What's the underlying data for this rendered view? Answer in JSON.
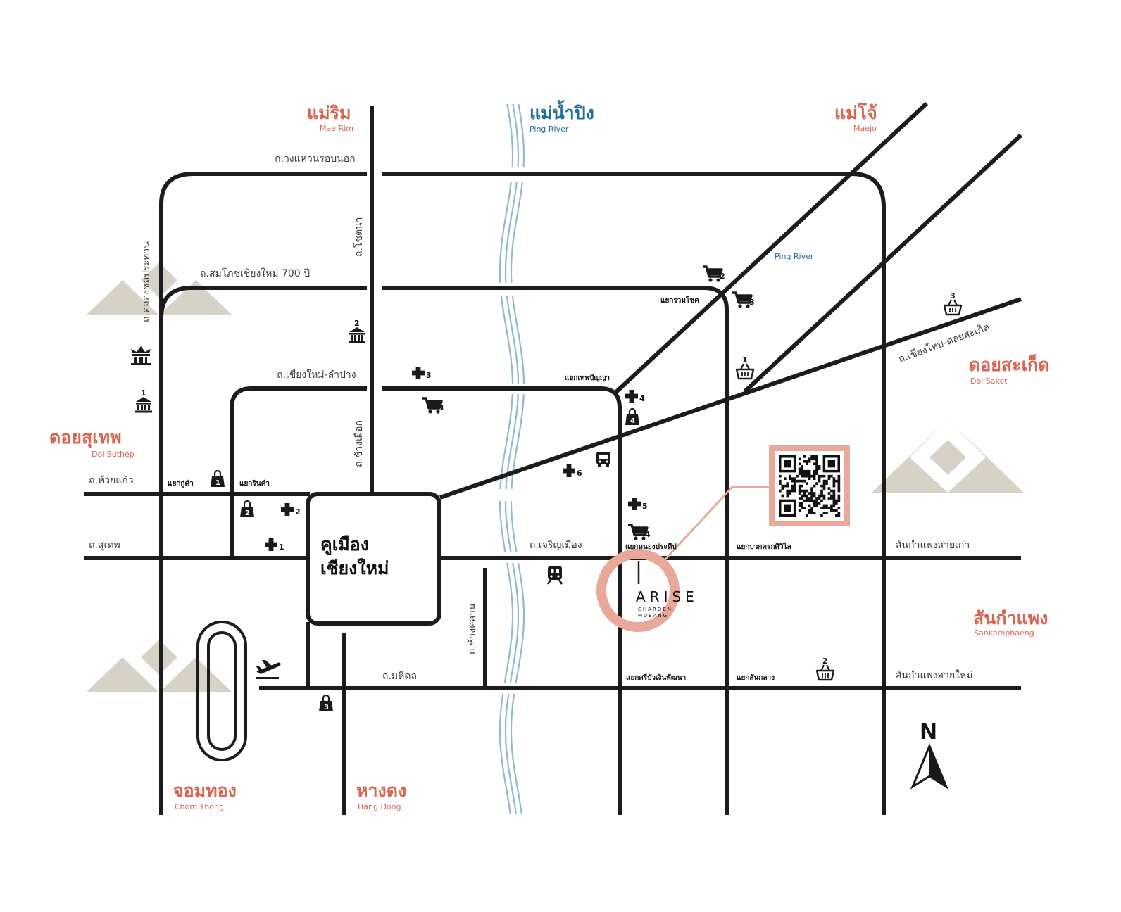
{
  "colors": {
    "road": "#1c1c1c",
    "river": "#8fb8d2",
    "mountain": "#d7d2c8",
    "accent": "#d9644f",
    "highlight_ring": "#eaa89b",
    "river_text": "#1f6d9a"
  },
  "districts": {
    "mae_rim": {
      "th": "แม่ริม",
      "en": "Mae Rim"
    },
    "mae_jo": {
      "th": "แม่โจ้",
      "en": "Maejo"
    },
    "doi_saket": {
      "th": "ดอยสะเก็ด",
      "en": "Doi Saket"
    },
    "doi_suthep": {
      "th": "ดอยสุเทพ",
      "en": "Doi Suthep"
    },
    "sankamphaeng": {
      "th": "สันกำแพง",
      "en": "Sankamphaeng"
    },
    "chom_thong": {
      "th": "จอมทอง",
      "en": "Chom Thong"
    },
    "hang_dong": {
      "th": "หางดง",
      "en": "Hang Dong"
    }
  },
  "river": {
    "th": "แม่น้ำปิง",
    "en": "Ping River",
    "secondary_en": "Ping River"
  },
  "roads": {
    "outer_ring": "ถ.วงแหวนรอบนอก",
    "somphot_700": "ถ.สมโภชเชียงใหม่ 700 ปี",
    "chotana": "ถ.โชตนา",
    "khlong_chonprathan": "ถ.คลองชลประทาน",
    "cm_lampang": "ถ.เชียงใหม่-ลำปาง",
    "chang_phueak": "ถ.ช้างเผือก",
    "huay_kaew": "ถ.ห้วยแก้ว",
    "suthep": "ถ.สุเทพ",
    "charoen_mueang": "ถ.เจริญเมือง",
    "chang_khlan": "ถ.ช้างคลาน",
    "mahidol": "ถ.มหิดล",
    "cm_doi_saket": "ถ.เชียงใหม่-ดอยสะเก็ด",
    "sankamphaeng_old": "สันกำแพงสายเก่า",
    "sankamphaeng_new": "สันกำแพงสายใหม่"
  },
  "junctions": {
    "ruam_chok": "แยกรวมโชค",
    "thep_panya": "แยกเทพปัญญา",
    "ku_kham": "แยกกู่คำ",
    "rin_kham": "แยกรินคำ",
    "nong_prathip": "แยกหนองประทีป",
    "bowon_khrok_siwilai": "แยกบวกครกศิวิไล",
    "si_bua_ngoen": "แยกศรีบัวเงินพัฒนา",
    "san_klang": "แยกสันกลาง"
  },
  "center": {
    "line1": "คูเมือง",
    "line2": "เชียงใหม่"
  },
  "project": {
    "name": "ARISE",
    "sub1": "CHAROEN",
    "sub2": "MUEANG"
  },
  "compass": "N",
  "pois": {
    "cart": [
      {
        "icon": "cart-icon",
        "index": "1"
      },
      {
        "icon": "cart-icon",
        "index": "2"
      },
      {
        "icon": "cart-icon",
        "index": "3"
      },
      {
        "icon": "cart-icon",
        "index": "4"
      }
    ],
    "hospital": [
      {
        "icon": "hospital-cross-icon",
        "index": "1"
      },
      {
        "icon": "hospital-cross-icon",
        "index": "2"
      },
      {
        "icon": "hospital-cross-icon",
        "index": "3"
      },
      {
        "icon": "hospital-cross-icon",
        "index": "4"
      },
      {
        "icon": "hospital-cross-icon",
        "index": "5"
      },
      {
        "icon": "hospital-cross-icon",
        "index": "6"
      }
    ],
    "shopping": [
      {
        "icon": "shopping-bag-icon",
        "index": "1"
      },
      {
        "icon": "shopping-bag-icon",
        "index": "2"
      },
      {
        "icon": "shopping-bag-icon",
        "index": "3"
      },
      {
        "icon": "shopping-bag-icon",
        "index": "4"
      }
    ],
    "market": [
      {
        "icon": "market-basket-icon",
        "index": "1"
      },
      {
        "icon": "market-basket-icon",
        "index": "2"
      },
      {
        "icon": "market-basket-icon",
        "index": "3"
      }
    ],
    "school": [
      {
        "icon": "university-icon",
        "index": "1"
      },
      {
        "icon": "university-icon",
        "index": "2"
      }
    ],
    "others": [
      "temple-icon",
      "bus-icon",
      "train-icon",
      "airplane-icon",
      "stadium-icon",
      "qr-code-icon"
    ]
  }
}
